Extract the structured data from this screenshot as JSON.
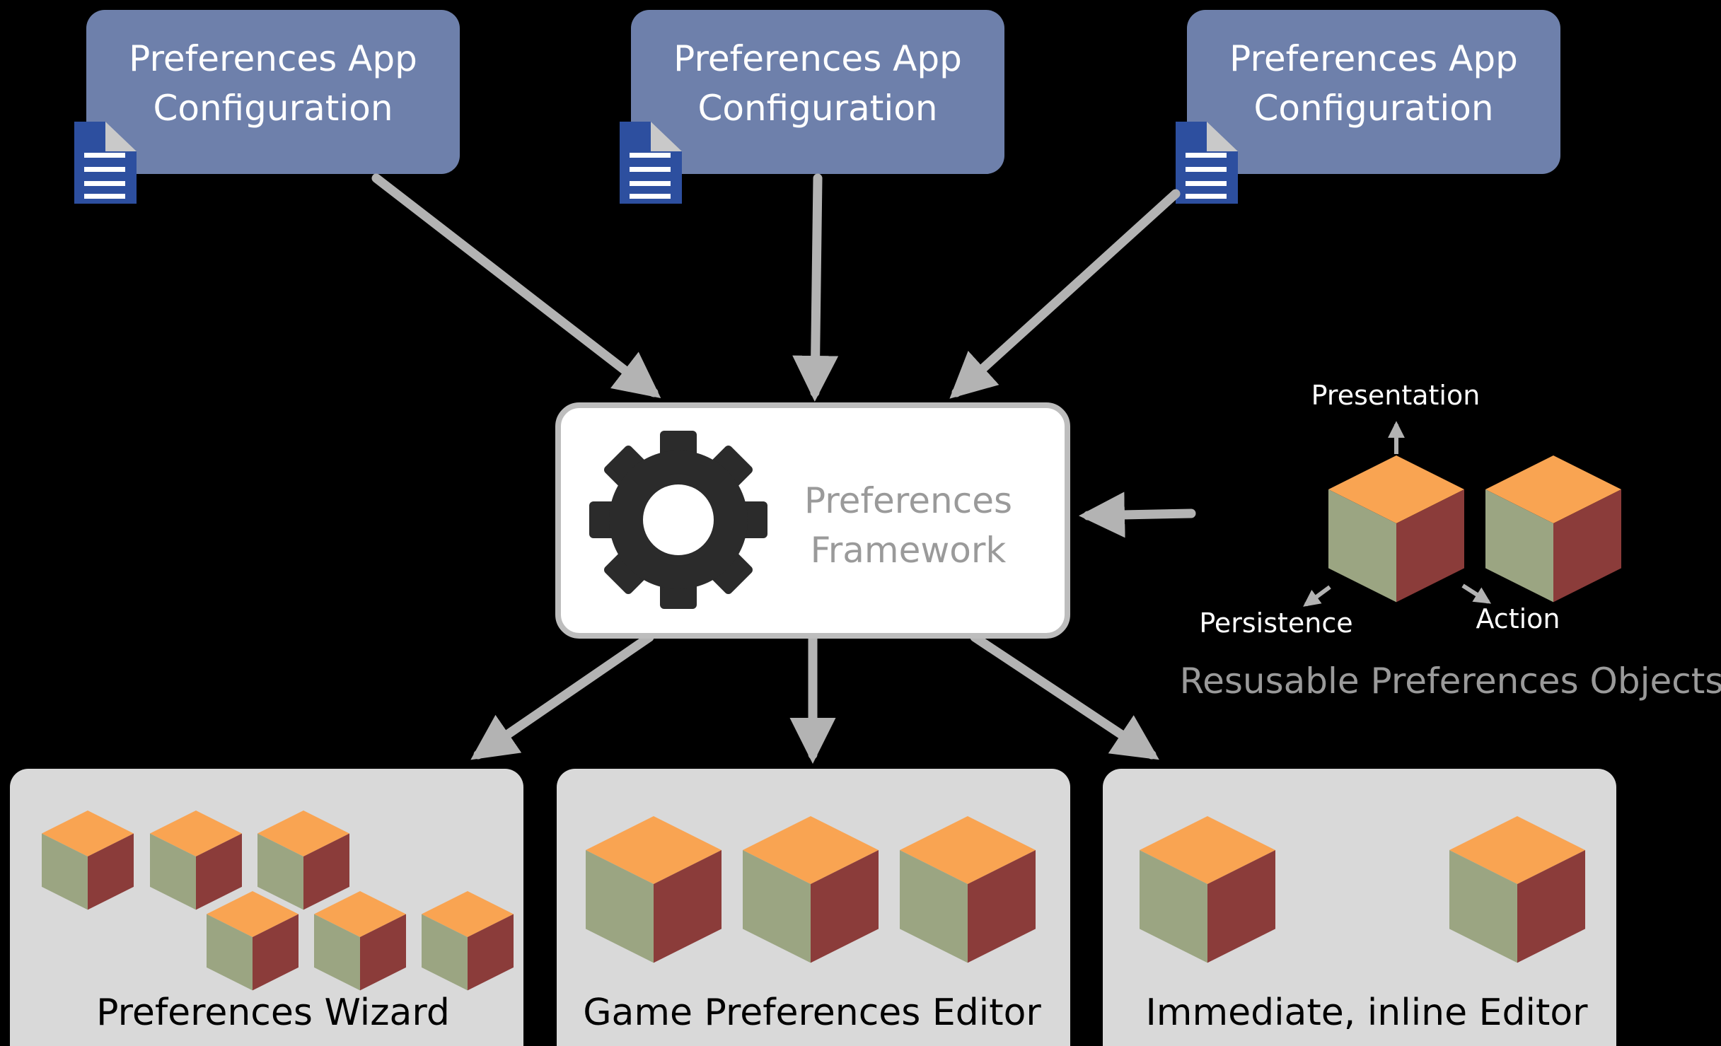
{
  "config_boxes": [
    {
      "line1": "Preferences App",
      "line2": "Configuration"
    },
    {
      "line1": "Preferences App",
      "line2": "Configuration"
    },
    {
      "line1": "Preferences App",
      "line2": "Configuration"
    }
  ],
  "framework": {
    "line1": "Preferences",
    "line2": "Framework",
    "icon": "gear-icon"
  },
  "reusable_objects": {
    "caption": "Resusable Preferences Objects",
    "presentation": "Presentation",
    "persistence": "Persistence",
    "action": "Action"
  },
  "editors": [
    {
      "label": "Preferences Wizard"
    },
    {
      "label": "Game Preferences Editor"
    },
    {
      "label": "Immediate, inline Editor"
    }
  ],
  "colors": {
    "background": "#000000",
    "config_box": "#6e80ab",
    "document_icon": "#2d4f9f",
    "arrow": "#b3b3b3",
    "editor_panel": "#d9d9d9",
    "cube_top": "#f9a452",
    "cube_left": "#9ba582",
    "cube_right": "#8b3c3a"
  }
}
